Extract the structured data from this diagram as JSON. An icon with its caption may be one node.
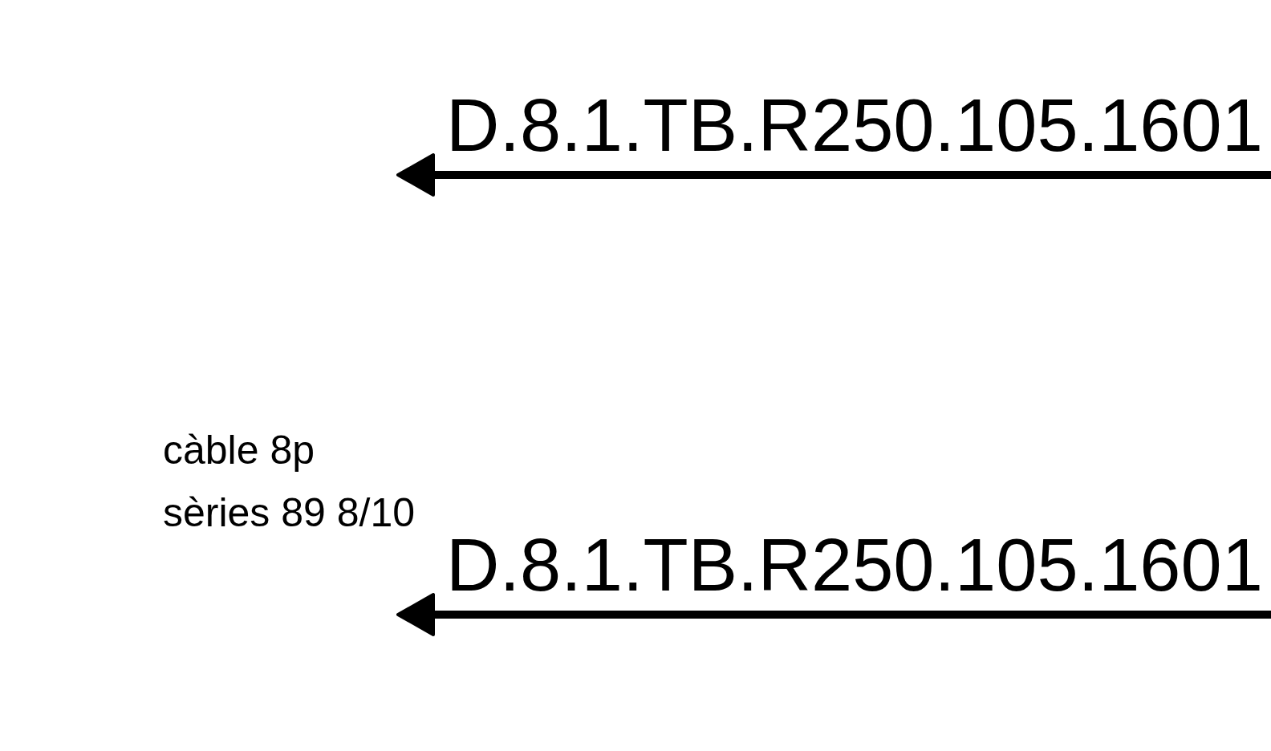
{
  "diagram": {
    "labels": [
      "D.8.1.TB.R250.105.1601",
      "càble 8p sèries 89 8/10",
      "D.8.1.TB.R250.105.1601"
    ]
  }
}
